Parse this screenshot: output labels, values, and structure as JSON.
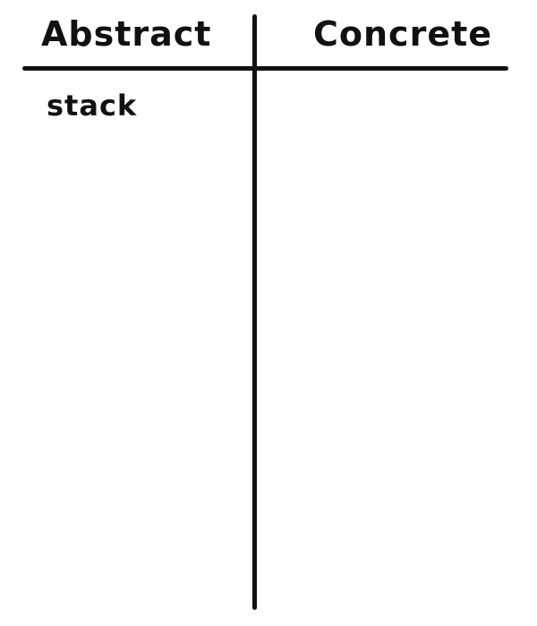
{
  "columns": {
    "left": {
      "header": "Abstract",
      "items": [
        "stack"
      ]
    },
    "right": {
      "header": "Concrete",
      "items": []
    }
  },
  "colors": {
    "ink": "#111111",
    "background": "#ffffff"
  }
}
